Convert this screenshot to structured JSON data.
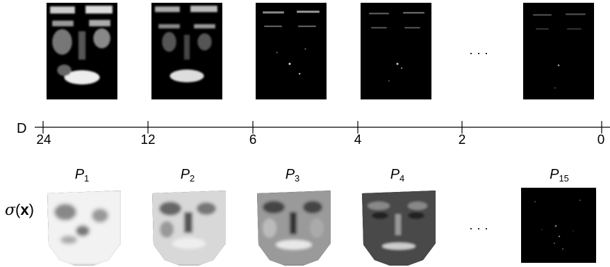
{
  "top_row": {
    "ellipsis": "···"
  },
  "axis": {
    "label": "D",
    "ticks": [
      "24",
      "12",
      "6",
      "4",
      "2",
      "0"
    ]
  },
  "bottom_row": {
    "row_label_symbol": "σ",
    "row_label_open": "(",
    "row_label_var": "x",
    "row_label_close": ")",
    "ellipsis": "···",
    "panels": [
      {
        "base": "P",
        "sub": "1"
      },
      {
        "base": "P",
        "sub": "2"
      },
      {
        "base": "P",
        "sub": "3"
      },
      {
        "base": "P",
        "sub": "4"
      },
      {
        "base": "P",
        "sub": "15"
      }
    ]
  }
}
